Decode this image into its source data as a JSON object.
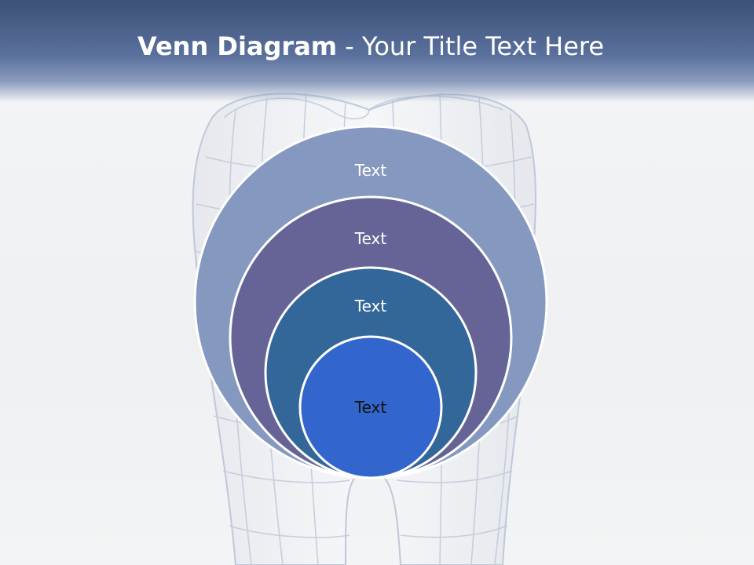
{
  "slide": {
    "title_bold": "Venn Diagram",
    "title_rest": " - Your Title Text Here"
  },
  "diagram": {
    "type": "nested-circles",
    "circles": [
      {
        "label": "Text",
        "fill": "#8599c0",
        "text_color": "#ffffff"
      },
      {
        "label": "Text",
        "fill": "#666496",
        "text_color": "#ffffff"
      },
      {
        "label": "Text",
        "fill": "#336699",
        "text_color": "#ffffff"
      },
      {
        "label": "Text",
        "fill": "#3366cc",
        "text_color": "#111111"
      }
    ]
  },
  "colors": {
    "header_dark": "#3d5177",
    "header_light": "#8a9cbd",
    "wireframe": "#b9c4d8"
  },
  "background_art": "wireframe-tooth-illustration"
}
